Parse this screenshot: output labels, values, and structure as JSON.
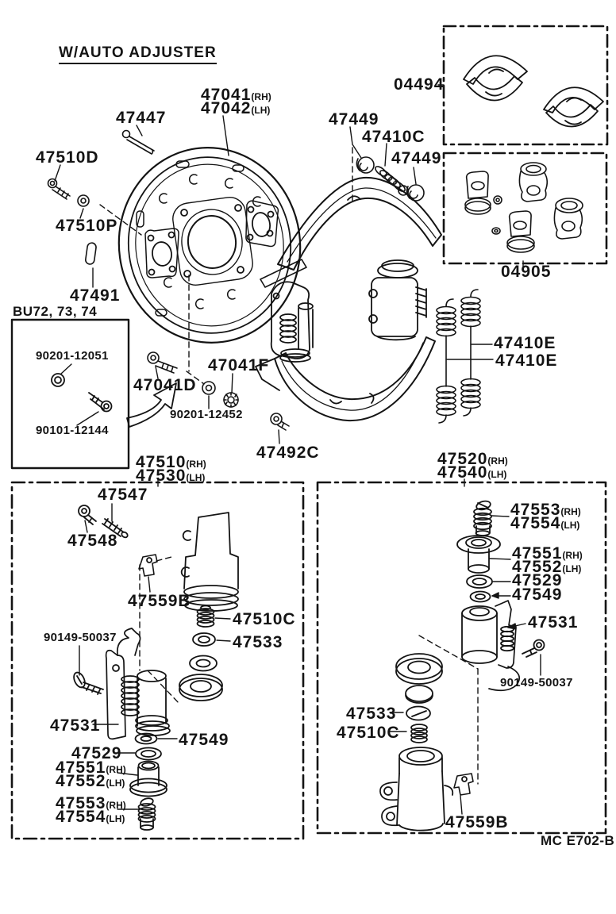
{
  "title": "W/AUTO ADJUSTER",
  "footer": "MC E702-B",
  "colors": {
    "ink": "#141414",
    "background": "#ffffff"
  },
  "labels": [
    {
      "text": "47041",
      "suffix": "(RH)"
    },
    {
      "text": "47042",
      "suffix": "(LH)"
    },
    {
      "text": "47447"
    },
    {
      "text": "47510D"
    },
    {
      "text": "47510P"
    },
    {
      "text": "47491"
    },
    {
      "text": "BU72, 73, 74"
    },
    {
      "text": "90201-12051"
    },
    {
      "text": "90101-12144"
    },
    {
      "text": "47041D"
    },
    {
      "text": "47041F"
    },
    {
      "text": "90201-12452"
    },
    {
      "text": "47492C"
    },
    {
      "text": "47449"
    },
    {
      "text": "47410C"
    },
    {
      "text": "47449"
    },
    {
      "text": "04494"
    },
    {
      "text": "04905"
    },
    {
      "text": "47410E"
    },
    {
      "text": "47410E"
    },
    {
      "text": "47510",
      "suffix": "(RH)"
    },
    {
      "text": "47530",
      "suffix": "(LH)"
    },
    {
      "text": "47520",
      "suffix": "(RH)"
    },
    {
      "text": "47540",
      "suffix": "(LH)"
    },
    {
      "text": "47547"
    },
    {
      "text": "47548"
    },
    {
      "text": "47559B"
    },
    {
      "text": "47510C"
    },
    {
      "text": "47533"
    },
    {
      "text": "90149-50037"
    },
    {
      "text": "47531"
    },
    {
      "text": "47549"
    },
    {
      "text": "47529"
    },
    {
      "text": "47551",
      "suffix": "(RH)"
    },
    {
      "text": "47552",
      "suffix": "(LH)"
    },
    {
      "text": "47553",
      "suffix": "(RH)"
    },
    {
      "text": "47554",
      "suffix": "(LH)"
    },
    {
      "text": "47553",
      "suffix": "(RH)"
    },
    {
      "text": "47554",
      "suffix": "(LH)"
    },
    {
      "text": "47551",
      "suffix": "(RH)"
    },
    {
      "text": "47552",
      "suffix": "(LH)"
    },
    {
      "text": "47529"
    },
    {
      "text": "47549"
    },
    {
      "text": "47531"
    },
    {
      "text": "90149-50037"
    },
    {
      "text": "47533"
    },
    {
      "text": "47510C"
    },
    {
      "text": "47559B"
    }
  ]
}
